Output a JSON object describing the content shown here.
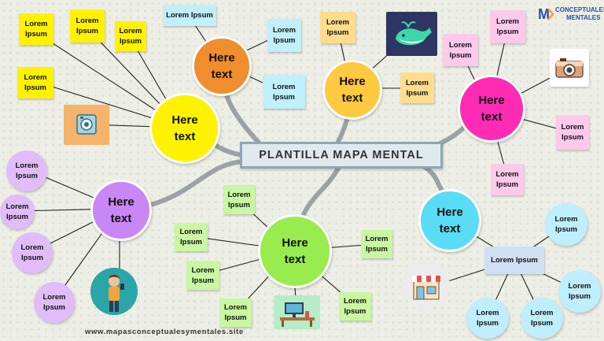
{
  "title": "PLANTILLA MAPA MENTAL",
  "footer": "www.mapasconceptualesymentales.site",
  "logo": {
    "line1": "CONCEPTUALES",
    "line2": "MENTALES",
    "brand_color": "#2b4fa8"
  },
  "colors": {
    "yellow": "#fff200",
    "orange": "#f08d2c",
    "gold": "#ffc940",
    "magenta": "#ff2bb5",
    "purple": "#c987f5",
    "green": "#98ec4d",
    "cyan": "#59dcf5",
    "note_yellow": "#fff200",
    "note_cyan": "#bff0fb",
    "note_peach": "#ffdd8c",
    "note_pink": "#ffc9ec",
    "note_green": "#c9f7a2",
    "leaf_purple": "#e0bdf8",
    "leaf_cyan": "#bfeefc"
  },
  "topics": [
    {
      "id": "yellow",
      "label": "Here\ntext"
    },
    {
      "id": "orange",
      "label": "Here\ntext"
    },
    {
      "id": "gold",
      "label": "Here\ntext"
    },
    {
      "id": "magenta",
      "label": "Here\ntext"
    },
    {
      "id": "purple",
      "label": "Here\ntext"
    },
    {
      "id": "green",
      "label": "Here\ntext"
    },
    {
      "id": "cyan",
      "label": "Here\ntext"
    }
  ],
  "notes": {
    "yellow": [
      "Lorem\nIpsum",
      "Lorem\nIpsum",
      "Lorem\nIpsum",
      "Lorem\nIpsum"
    ],
    "orange": [
      "Lorem Ipsum",
      "Lorem\nIpsum",
      "Lorem\nIpsum"
    ],
    "gold": [
      "Lorem\nIpsum",
      "Lorem\nIpsum"
    ],
    "magenta": [
      "Lorem\nIpsum",
      "Lorem\nIpsum",
      "Lorem\nIpsum",
      "Lorem\nIpsum"
    ],
    "purple": [
      "Lorem\nIpsum",
      "Lorem\nIpsum",
      "Lorem\nIpsum",
      "Lorem\nIpsum"
    ],
    "green": [
      "Lorem\nIpsum",
      "Lorem\nIpsum",
      "Lorem\nIpsum",
      "Lorem\nIpsum",
      "Lorem\nIpsum",
      "Lorem\nIpsum"
    ],
    "cyan_hub": "Lorem Ipsum",
    "cyan": [
      "Lorem\nIpsum",
      "Lorem\nIpsum",
      "Lorem\nIpsum",
      "Lorem\nIpsum"
    ]
  },
  "icons": [
    "radio-icon",
    "whale-icon",
    "camera-icon",
    "person-icon",
    "desk-icon",
    "shop-icon"
  ]
}
